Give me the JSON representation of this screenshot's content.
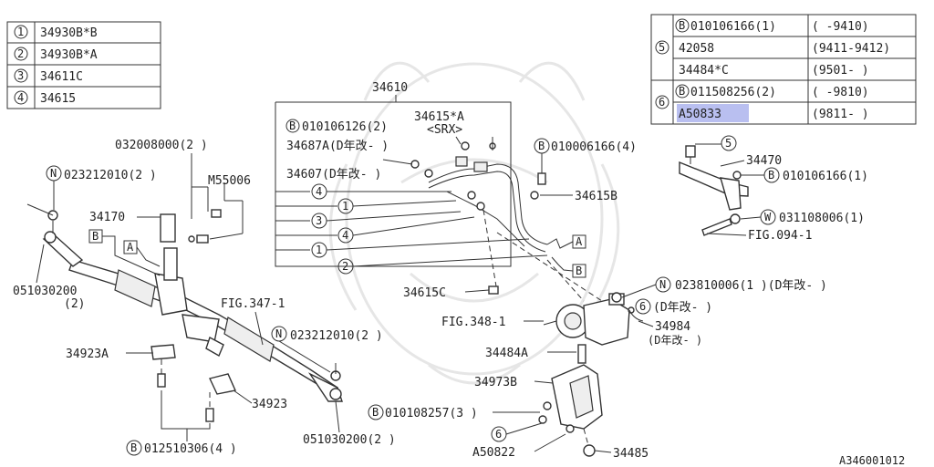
{
  "legend_left": [
    {
      "num": "1",
      "part": "34930B*B"
    },
    {
      "num": "2",
      "part": "34930B*A"
    },
    {
      "num": "3",
      "part": "34611C"
    },
    {
      "num": "4",
      "part": "34615"
    }
  ],
  "legend_right": [
    {
      "group": "5",
      "ref": "B",
      "part": "010106166(1)",
      "range": "(     -9410)"
    },
    {
      "group": "5",
      "ref": "",
      "part": "42058",
      "range": "(9411-9412)"
    },
    {
      "group": "5",
      "ref": "",
      "part": "34484*C",
      "range": "(9501-     )"
    },
    {
      "group": "6",
      "ref": "B",
      "part": "011508256(2)",
      "range": "(     -9810)"
    },
    {
      "group": "6",
      "ref": "",
      "part": "A50833",
      "range": "(9811-     )",
      "highlight": true
    }
  ],
  "labels": {
    "l34610": "34610",
    "l34615a": "34615*A",
    "lsrx": "<SRX>",
    "l010106126": "010106126(2)",
    "l34687a": "34687A(D年改- )",
    "l34607": "34607(D年改- )",
    "l032008000": "032008000(2  )",
    "lm55006": "M55006",
    "l023212010a": "023212010(2  )",
    "l34170": "34170",
    "l051030200a": "051030200",
    "l2paren": "(2)",
    "lfig347": "FIG.347-1",
    "l023212010b": "023212010(2  )",
    "l34923a": "34923A",
    "l34923": "34923",
    "l012510306": "012510306(4  )",
    "l051030200b": "051030200(2  )",
    "l010006166": "010006166(4)",
    "l34615b": "34615B",
    "l34615c": "34615C",
    "l34470": "34470",
    "l010106166": "010106166(1)",
    "l031108006": "031108006(1)",
    "lfig094": "FIG.094-1",
    "l023810006": "023810006(1  )(D年改- )",
    "l6dnen": "(D年改- )",
    "l34984": "34984",
    "l34984sub": "(D年改- )",
    "lfig348": "FIG.348-1",
    "l34484a": "34484A",
    "l34973b": "34973B",
    "l010108257": "010108257(3  )",
    "la50822": "A50822",
    "l34485": "34485",
    "ldiagid": "A346001012"
  },
  "glyphs": {
    "n1": "1",
    "n2": "2",
    "n3": "3",
    "n4": "4",
    "n5": "5",
    "n6": "6",
    "b": "B",
    "a": "A",
    "n": "N",
    "w": "W"
  },
  "icons": [
    "steering-gearbox-icon",
    "power-steering-pump-icon",
    "bracket-icon",
    "bolt-icon",
    "hose-icon",
    "tie-rod-icon",
    "watermark-icon"
  ]
}
